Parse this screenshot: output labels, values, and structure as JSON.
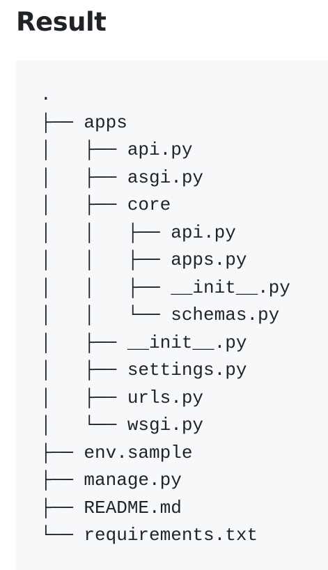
{
  "heading": "Result",
  "tree_lines": [
    ".",
    "├── apps",
    "│   ├── api.py",
    "│   ├── asgi.py",
    "│   ├── core",
    "│   │   ├── api.py",
    "│   │   ├── apps.py",
    "│   │   ├── __init__.py",
    "│   │   └── schemas.py",
    "│   ├── __init__.py",
    "│   ├── settings.py",
    "│   ├── urls.py",
    "│   └── wsgi.py",
    "├── env.sample",
    "├── manage.py",
    "├── README.md",
    "└── requirements.txt"
  ]
}
